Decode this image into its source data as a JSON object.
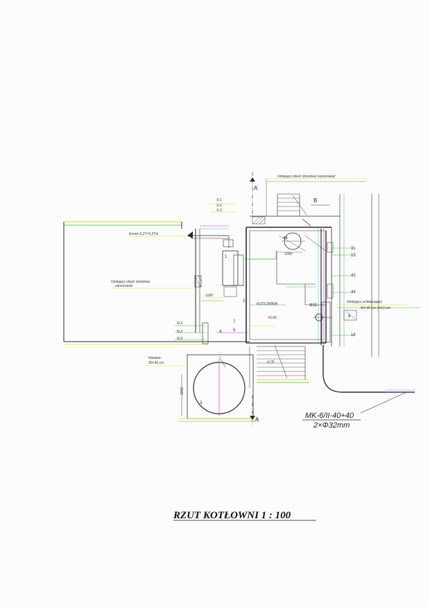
{
  "labels": {
    "section_a_top": "A",
    "section_a_bottom": "A",
    "section_b": "B",
    "note_top": "Istniejący otwór drzwiowy zamurować",
    "chimney": "Komin 0,27×0,27m",
    "note_left_1": "Istniejący otwór drzwiowy",
    "note_left_2": "zamurować",
    "hatch": "Nawiew",
    "hatch_size": "30×30 cm",
    "note_right_1": "Istniejący schładzający",
    "note_right_2": "40×40 cm h=10 cm",
    "room_name": "KOTŁOWNIA",
    "floor_level": "±0,00",
    "dim_1000a": "1000",
    "dim_1000b": "1000",
    "dim_2000": "2000",
    "level_a": "-0,76",
    "n1": "N-1",
    "n2": "N-2",
    "n3": "N-3",
    "s1": "S-1",
    "s2": "S-2",
    "s3": "S-3",
    "m1": "1",
    "m2": "2",
    "m3": "3",
    "m4": "4",
    "m5": "5",
    "m7": "7",
    "m8": "8",
    "m15": "15",
    "m16": "16",
    "m31": "31",
    "m43": "43",
    "m44": "44",
    "m46": "46",
    "m32": "Φ32",
    "pipe_spec_1": "MK-6/II-40+40",
    "pipe_spec_2": "2×Φ32mm",
    "title": "RZUT KOTŁOWNI   1 : 100"
  },
  "colors": {
    "ink": "#2a2a2a",
    "yellow": "#e8e000",
    "green": "#33bb33",
    "magenta": "#cc22cc",
    "cyan": "#33aadd"
  }
}
